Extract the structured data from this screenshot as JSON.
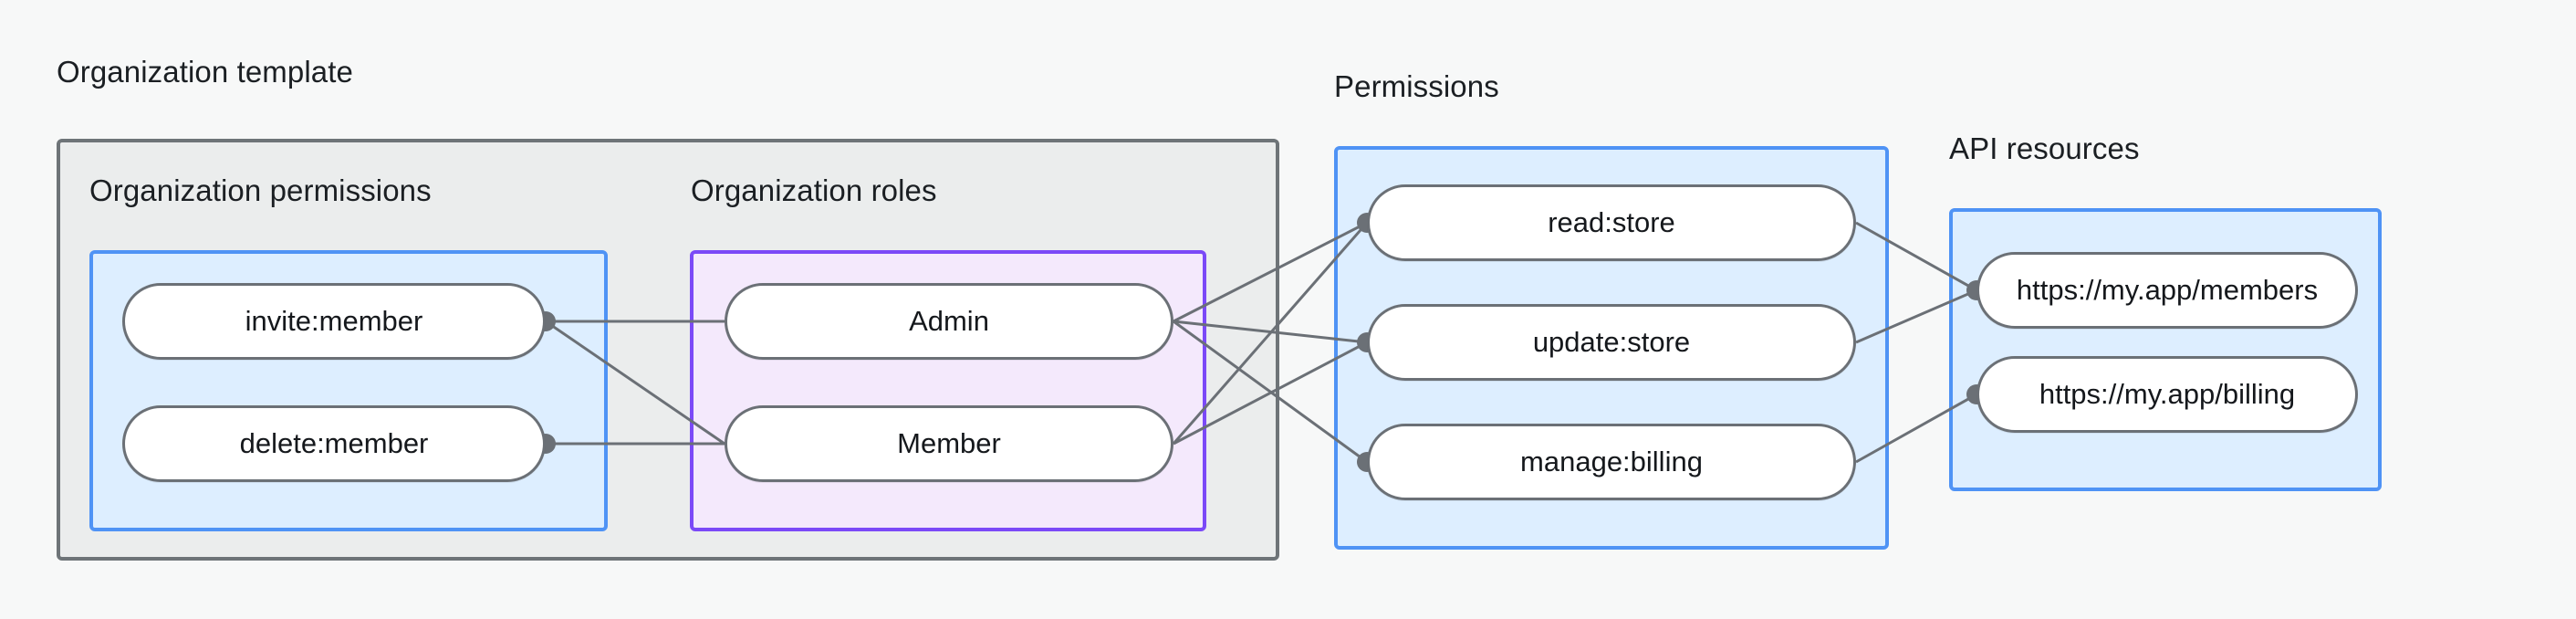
{
  "diagram": {
    "title_visible": false,
    "background_color": "#f7f8f8",
    "groups": [
      {
        "id": "organization-template",
        "label": "Organization template",
        "border_color": "#6e7478",
        "fill_color": "#ebeded"
      },
      {
        "id": "organization-permissions",
        "label": "Organization permissions",
        "border_color": "#4f93f5",
        "fill_color": "#ddeeff"
      },
      {
        "id": "organization-roles",
        "label": "Organization roles",
        "border_color": "#7b49f7",
        "fill_color": "#f4e9fc"
      },
      {
        "id": "permissions",
        "label": "Permissions",
        "border_color": "#4f93f5",
        "fill_color": "#ddeeff"
      },
      {
        "id": "api-resources",
        "label": "API resources",
        "border_color": "#4f93f5",
        "fill_color": "#ddeeff"
      }
    ],
    "nodes": {
      "org_permissions": [
        {
          "id": "invite-member",
          "label": "invite:member"
        },
        {
          "id": "delete-member",
          "label": "delete:member"
        }
      ],
      "org_roles": [
        {
          "id": "admin",
          "label": "Admin"
        },
        {
          "id": "member",
          "label": "Member"
        }
      ],
      "permissions": [
        {
          "id": "read-store",
          "label": "read:store"
        },
        {
          "id": "update-store",
          "label": "update:store"
        },
        {
          "id": "manage-billing",
          "label": "manage:billing"
        }
      ],
      "api_resources": [
        {
          "id": "members-endpoint",
          "label": "https://my.app/members"
        },
        {
          "id": "billing-endpoint",
          "label": "https://my.app/billing"
        }
      ]
    },
    "edges": [
      {
        "from": "invite-member",
        "to": "admin"
      },
      {
        "from": "invite-member",
        "to": "member"
      },
      {
        "from": "delete-member",
        "to": "member"
      },
      {
        "from": "admin",
        "to": "read-store"
      },
      {
        "from": "admin",
        "to": "update-store"
      },
      {
        "from": "admin",
        "to": "manage-billing"
      },
      {
        "from": "member",
        "to": "read-store"
      },
      {
        "from": "member",
        "to": "update-store"
      },
      {
        "from": "read-store",
        "to": "members-endpoint"
      },
      {
        "from": "update-store",
        "to": "members-endpoint"
      },
      {
        "from": "manage-billing",
        "to": "billing-endpoint"
      }
    ],
    "edge_color": "#6b7076",
    "node_border_color": "#6b7076",
    "node_fill_color": "#ffffff"
  }
}
